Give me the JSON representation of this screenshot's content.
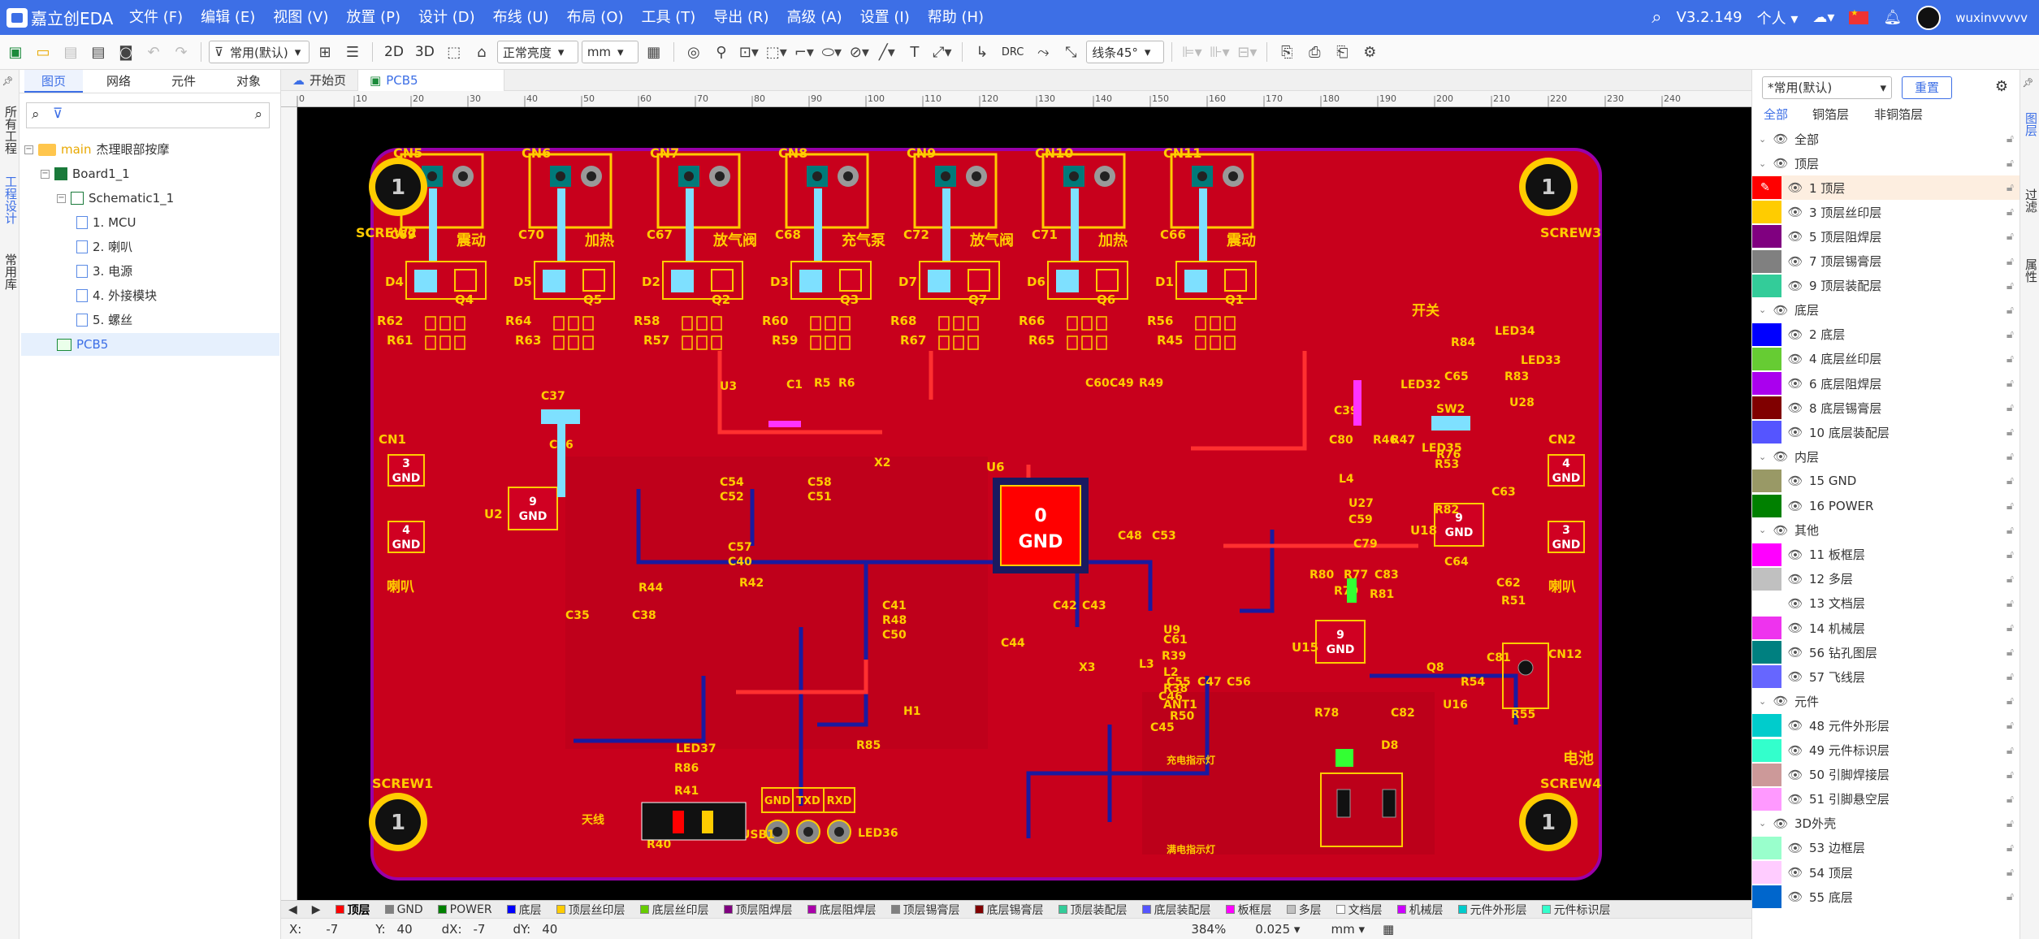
{
  "app": {
    "logo": "嘉立创EDA",
    "version": "V3.2.149",
    "workspace": "个人",
    "user": "wuxinvvvvv"
  },
  "menu": [
    "文件 (F)",
    "编辑 (E)",
    "视图 (V)",
    "放置 (P)",
    "设计 (D)",
    "布线 (U)",
    "布局 (O)",
    "工具 (T)",
    "导出 (R)",
    "高级 (A)",
    "设置 (I)",
    "帮助 (H)"
  ],
  "toolbar": {
    "preset": "常用(默认)",
    "view2d": "2D",
    "view3d": "3D",
    "brightness": "正常亮度",
    "unit": "mm",
    "drc": "DRC",
    "angle": "线条45°"
  },
  "left_strip": {
    "all_projects": "所有工程",
    "project_design": "工程设计",
    "common_library": "常用库"
  },
  "left_tabs": [
    "图页",
    "网络",
    "元件",
    "对象"
  ],
  "tree": {
    "root_tag": "main",
    "root": "杰理眼部按摩",
    "board": "Board1_1",
    "schematic": "Schematic1_1",
    "pages": [
      "1. MCU",
      "2. 喇叭",
      "3. 电源",
      "4. 外接模块",
      "5. 螺丝"
    ],
    "pcb": "PCB5"
  },
  "doc_tabs": [
    "开始页",
    "PCB5"
  ],
  "ruler_top": [
    "0",
    "10",
    "20",
    "30",
    "40",
    "50",
    "60",
    "70",
    "80",
    "90",
    "100",
    "110",
    "120",
    "130",
    "140",
    "150",
    "160",
    "170",
    "180",
    "190",
    "200",
    "210",
    "220",
    "230",
    "240"
  ],
  "pcb": {
    "connectors": [
      "CN5",
      "CN6",
      "CN7",
      "CN8",
      "CN9",
      "CN10",
      "CN11"
    ],
    "func_labels": [
      "震动",
      "加热",
      "放气阀",
      "充气泵",
      "放气阀",
      "加热",
      "震动"
    ],
    "caps_row": [
      "C69",
      "C70",
      "C67",
      "C68",
      "C72",
      "C71",
      "C66"
    ],
    "diodes": [
      "D4",
      "D5",
      "D2",
      "D3",
      "D7",
      "D6",
      "D1"
    ],
    "q_row": [
      "Q4",
      "Q5",
      "Q2",
      "Q3",
      "Q7",
      "Q6",
      "Q1"
    ],
    "r_row1": [
      "R62",
      "R64",
      "R58",
      "R60",
      "R68",
      "R66",
      "R56"
    ],
    "r_row2": [
      "R61",
      "R63",
      "R57",
      "R59",
      "R67",
      "R65",
      "R45"
    ],
    "screw": {
      "label": "1",
      "names": [
        "SCREW2",
        "SCREW3",
        "SCREW1",
        "SCREW4"
      ]
    },
    "mcu": {
      "net": "0",
      "name": "GND",
      "ref": "U6"
    },
    "gnd": "GND",
    "cn_left": {
      "name": "CN1",
      "pins": [
        "3",
        "4"
      ],
      "label": "喇叭"
    },
    "cn_right": {
      "name": "CN2",
      "pins": [
        "4",
        "3"
      ],
      "label": "喇叭"
    },
    "u2": {
      "ref": "U2",
      "net": "9"
    },
    "u18": {
      "ref": "U18",
      "net": "9"
    },
    "u15": {
      "ref": "U15",
      "net": "9"
    },
    "parts": [
      "C37",
      "C36",
      "C35",
      "C38",
      "R44",
      "U3",
      "C1",
      "R5",
      "R6",
      "C54",
      "C52",
      "C58",
      "C51",
      "C57",
      "C40",
      "R42",
      "X2",
      "C41",
      "R48",
      "C50",
      "C44",
      "C42",
      "C43",
      "X3",
      "C60",
      "C49",
      "R49",
      "C48",
      "C53",
      "L3",
      "C55",
      "C47",
      "C56",
      "C46",
      "R50",
      "C45",
      "R80",
      "R77",
      "C83",
      "R79",
      "R81",
      "R78",
      "C82",
      "D8",
      "Q8",
      "R54",
      "C81",
      "U16",
      "R55",
      "CN12",
      "C39",
      "C80",
      "R46",
      "R47",
      "L4",
      "U27",
      "C59",
      "C79",
      "R76",
      "C63",
      "C64",
      "C62",
      "R51",
      "C65",
      "R84",
      "LED34",
      "R83",
      "LED33",
      "SW2",
      "LED35",
      "R53",
      "LED32",
      "R82",
      "U28",
      "U9",
      "C61",
      "R39",
      "L2",
      "R38",
      "ANT1",
      "H1",
      "LED36",
      "R85",
      "LED37",
      "R86",
      "R41",
      "R40",
      "USB1"
    ],
    "sw_label": "开关",
    "battery": "电池",
    "antenna": "天线",
    "header_pins": [
      "GND",
      "TXD",
      "RXD"
    ],
    "led_labels": [
      "充电指示灯",
      "满电指示灯"
    ]
  },
  "layerbar": [
    "顶层",
    "GND",
    "POWER",
    "底层",
    "顶层丝印层",
    "底层丝印层",
    "顶层阻焊层",
    "底层阻焊层",
    "顶层锡膏层",
    "底层锡膏层",
    "顶层装配层",
    "底层装配层",
    "板框层",
    "多层",
    "文档层",
    "机械层",
    "元件外形层",
    "元件标识层"
  ],
  "layerbar_colors": [
    "#ff0000",
    "#808080",
    "#008000",
    "#0000ff",
    "#ffcc00",
    "#66cc00",
    "#800080",
    "#aa00aa",
    "#808080",
    "#800000",
    "#33cc99",
    "#5555ff",
    "#ff00ff",
    "#c0c0c0",
    "#ffffff",
    "#cc00ff",
    "#00cccc",
    "#33ffcc"
  ],
  "status": {
    "x_label": "X:",
    "x": "-7",
    "y_label": "Y:",
    "y": "40",
    "dx_label": "dX:",
    "dx": "-7",
    "dy_label": "dY:",
    "dy": "40",
    "zoom": "384%",
    "grid": "0.025",
    "unit": "mm"
  },
  "right": {
    "preset": "*常用(默认)",
    "reset": "重置",
    "tabs": [
      "全部",
      "铜箔层",
      "非铜箔层"
    ],
    "strip": [
      "图层",
      "过滤",
      "属性"
    ]
  },
  "layers": [
    {
      "kind": "group",
      "name": "全部"
    },
    {
      "kind": "group",
      "name": "顶层"
    },
    {
      "kind": "layer",
      "name": "1 顶层",
      "color": "#ff0000",
      "active": true
    },
    {
      "kind": "layer",
      "name": "3 顶层丝印层",
      "color": "#ffcc00"
    },
    {
      "kind": "layer",
      "name": "5 顶层阻焊层",
      "color": "#800080"
    },
    {
      "kind": "layer",
      "name": "7 顶层锡膏层",
      "color": "#808080"
    },
    {
      "kind": "layer",
      "name": "9 顶层装配层",
      "color": "#33cc99"
    },
    {
      "kind": "group",
      "name": "底层"
    },
    {
      "kind": "layer",
      "name": "2 底层",
      "color": "#0000ff"
    },
    {
      "kind": "layer",
      "name": "4 底层丝印层",
      "color": "#66cc33"
    },
    {
      "kind": "layer",
      "name": "6 底层阻焊层",
      "color": "#aa00ee"
    },
    {
      "kind": "layer",
      "name": "8 底层锡膏层",
      "color": "#800000"
    },
    {
      "kind": "layer",
      "name": "10 底层装配层",
      "color": "#5555ff"
    },
    {
      "kind": "group",
      "name": "内层"
    },
    {
      "kind": "layer",
      "name": "15 GND",
      "color": "#999966"
    },
    {
      "kind": "layer",
      "name": "16 POWER",
      "color": "#008000"
    },
    {
      "kind": "group",
      "name": "其他"
    },
    {
      "kind": "layer",
      "name": "11 板框层",
      "color": "#ff00ff"
    },
    {
      "kind": "layer",
      "name": "12 多层",
      "color": "#c0c0c0"
    },
    {
      "kind": "layer",
      "name": "13 文档层",
      "color": "#ffffff"
    },
    {
      "kind": "layer",
      "name": "14 机械层",
      "color": "#ee33ee"
    },
    {
      "kind": "layer",
      "name": "56 钻孔图层",
      "color": "#008080"
    },
    {
      "kind": "layer",
      "name": "57 飞线层",
      "color": "#6666ff"
    },
    {
      "kind": "group",
      "name": "元件"
    },
    {
      "kind": "layer",
      "name": "48 元件外形层",
      "color": "#00cccc"
    },
    {
      "kind": "layer",
      "name": "49 元件标识层",
      "color": "#33ffcc"
    },
    {
      "kind": "layer",
      "name": "50 引脚焊接层",
      "color": "#cc9999"
    },
    {
      "kind": "layer",
      "name": "51 引脚悬空层",
      "color": "#ff99ff"
    },
    {
      "kind": "group",
      "name": "3D外壳"
    },
    {
      "kind": "layer",
      "name": "53 边框层",
      "color": "#99ffcc"
    },
    {
      "kind": "layer",
      "name": "54 顶层",
      "color": "#ffccff"
    },
    {
      "kind": "layer",
      "name": "55 底层",
      "color": "#0066cc"
    }
  ]
}
